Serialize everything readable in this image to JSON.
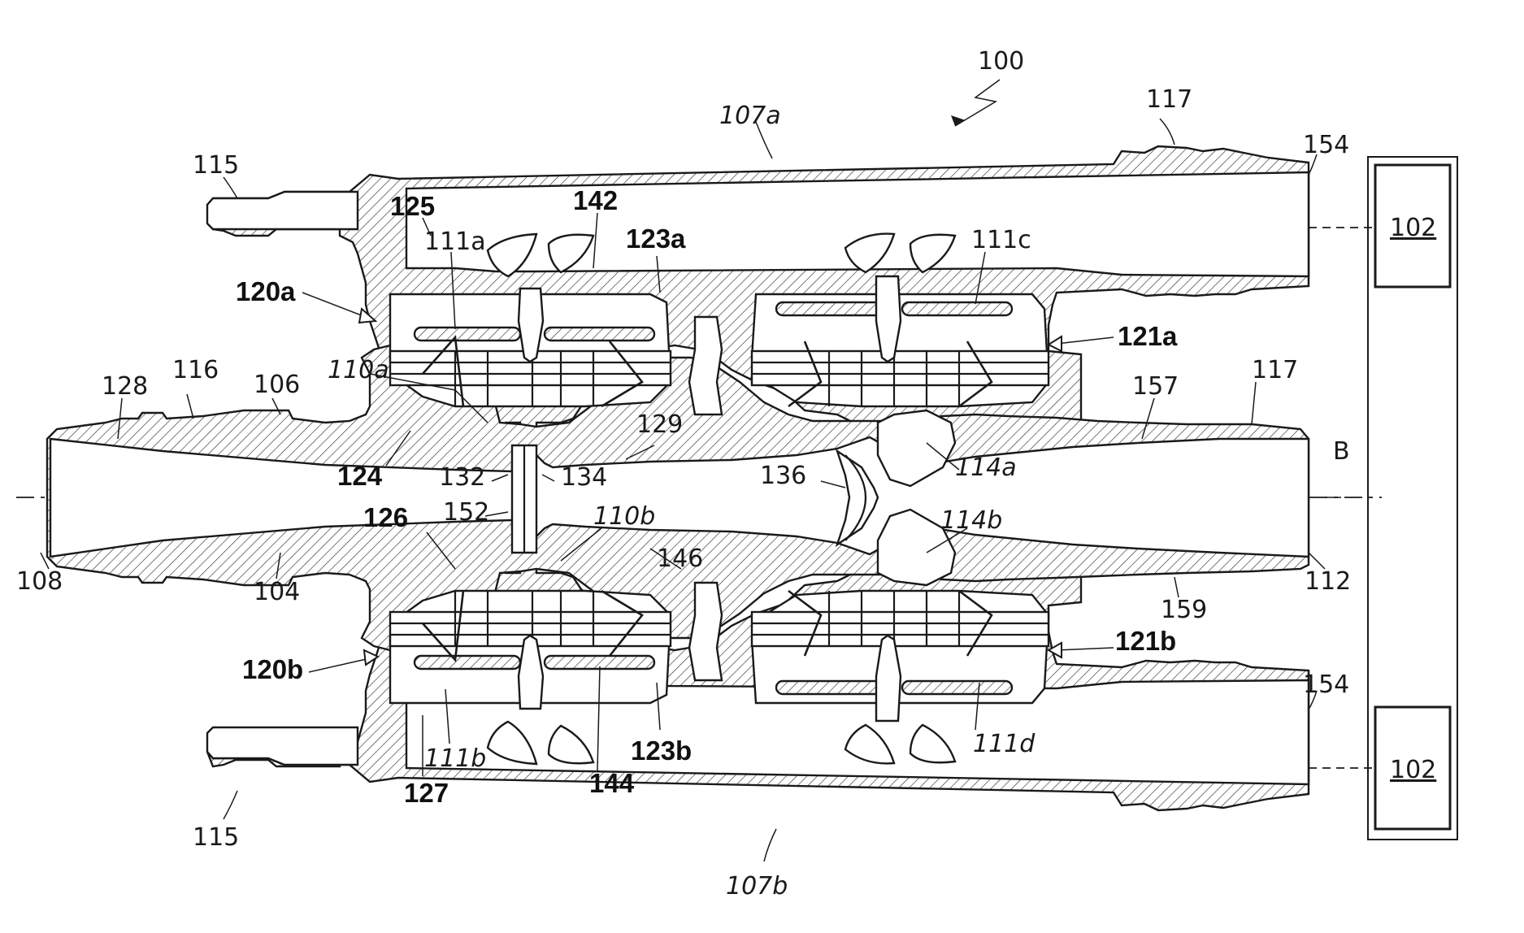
{
  "diagram": {
    "labels": {
      "l100": "100",
      "l107a": "107a",
      "l107b": "107b",
      "l117_top": "117",
      "l117_mid": "117",
      "l154_top": "154",
      "l154_bot": "154",
      "l115_top": "115",
      "l115_bot": "115",
      "l125": "125",
      "l142": "142",
      "l123a": "123a",
      "l111a": "111a",
      "l111c": "111c",
      "l120a": "120a",
      "l121a": "121a",
      "l102_top": "102",
      "l102_bot": "102",
      "l128": "128",
      "l116": "116",
      "l106": "106",
      "l110a": "110a",
      "l157": "157",
      "l129": "129",
      "l124": "124",
      "l132": "132",
      "l134": "134",
      "l136": "136",
      "l114a": "114a",
      "lB": "B",
      "l152": "152",
      "l126": "126",
      "l110b": "110b",
      "l114b": "114b",
      "l108": "108",
      "l104": "104",
      "l146": "146",
      "l112": "112",
      "l159": "159",
      "l121b": "121b",
      "l120b": "120b",
      "l111b": "111b",
      "l123b": "123b",
      "l111d": "111d",
      "l127": "127",
      "l144": "144"
    }
  }
}
